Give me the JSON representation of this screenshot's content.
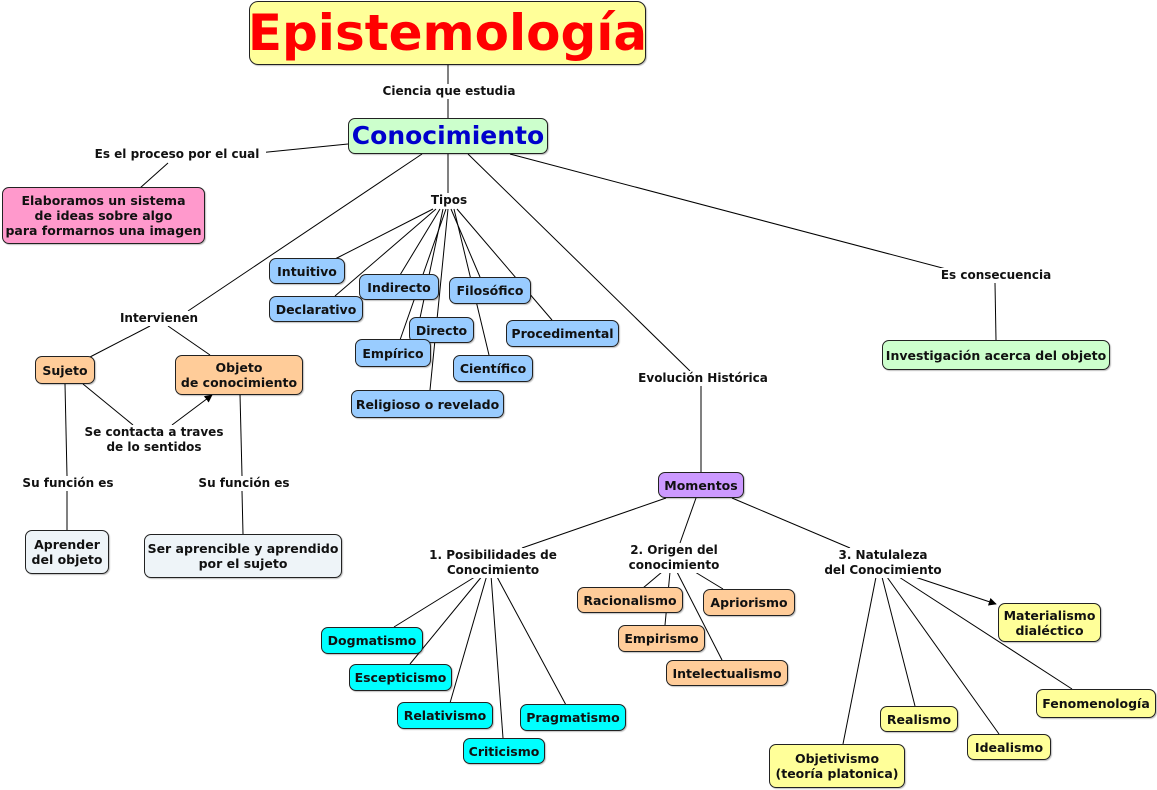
{
  "title": "Epistemología",
  "central": "Conocimiento",
  "links": {
    "ciencia": "Ciencia que estudia",
    "proceso": "Es el proceso por el cual",
    "tipos": "Tipos",
    "intervienen": "Intervienen",
    "contacta": "Se contacta a traves\nde lo sentidos",
    "funcion_sujeto": "Su función es",
    "funcion_objeto": "Su función es",
    "evolucion": "Evolución Histórica",
    "consecuencia": "Es consecuencia",
    "posibilidades": "1. Posibilidades de\nConocimiento",
    "origen": "2. Origen del\nconocimiento",
    "naturaleza": "3. Natulaleza\ndel Conocimiento"
  },
  "nodes": {
    "elaboramos": "Elaboramos un sistema\nde ideas sobre algo\npara formarnos una imagen",
    "sujeto": "Sujeto",
    "objeto": "Objeto\nde conocimiento",
    "aprender": "Aprender\ndel objeto",
    "ser_aprencible": "Ser aprencible y aprendido\npor el sujeto",
    "investigacion": "Investigación acerca del objeto",
    "momentos": "Momentos"
  },
  "tipos": {
    "intuitivo": "Intuitivo",
    "declarativo": "Declarativo",
    "indirecto": "Indirecto",
    "directo": "Directo",
    "empirico": "Empírico",
    "filosofico": "Filosófico",
    "cientifico": "Científico",
    "procedimental": "Procedimental",
    "religioso": "Religioso o revelado"
  },
  "posibilidades": {
    "dogmatismo": "Dogmatismo",
    "escepticismo": "Escepticismo",
    "relativismo": "Relativismo",
    "criticismo": "Criticismo",
    "pragmatismo": "Pragmatismo"
  },
  "origen": {
    "racionalismo": "Racionalismo",
    "apriorismo": "Apriorismo",
    "empirismo": "Empirismo",
    "intelectualismo": "Intelectualismo"
  },
  "naturaleza": {
    "materialismo": "Materialismo\ndialéctico",
    "fenomenologia": "Fenomenología",
    "realismo": "Realismo",
    "idealismo": "Idealismo",
    "objetivismo": "Objetivismo\n(teoría platonica)"
  },
  "colors": {
    "title_text": "#ff0000",
    "central_text": "#0000cc"
  }
}
